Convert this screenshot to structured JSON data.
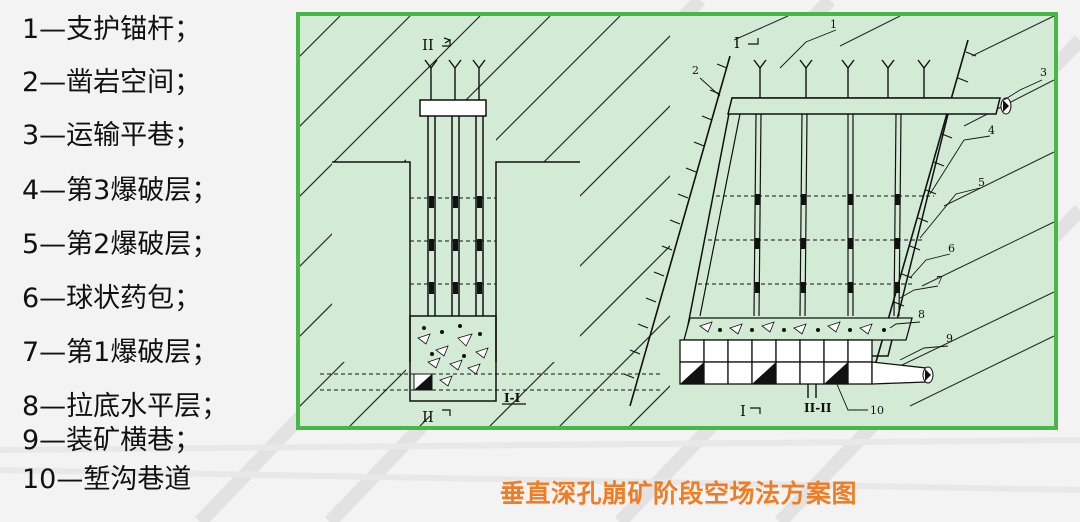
{
  "legend": [
    "1—支护锚杆；",
    "2—凿岩空间；",
    "3—运输平巷；",
    "4—第3爆破层；",
    "5—第2爆破层；",
    "6—球状药包；",
    "7—第1爆破层；",
    "8—拉底水平层；",
    "9—装矿横巷；",
    "10—堑沟巷道"
  ],
  "caption": "垂直深孔崩矿阶段空场法方案图",
  "diagram": {
    "left_top_marker": "II",
    "left_bottom_marker": "II",
    "left_section_label": "I-I",
    "right_top_marker": "I",
    "right_bottom_marker": "I",
    "right_section_label": "II-II",
    "callouts": [
      "1",
      "2",
      "3",
      "4",
      "5",
      "6",
      "7",
      "8",
      "9",
      "10"
    ]
  },
  "colors": {
    "panel_border": "#47b748",
    "panel_fill": "#d3ebd5",
    "caption": "#f07d24"
  }
}
